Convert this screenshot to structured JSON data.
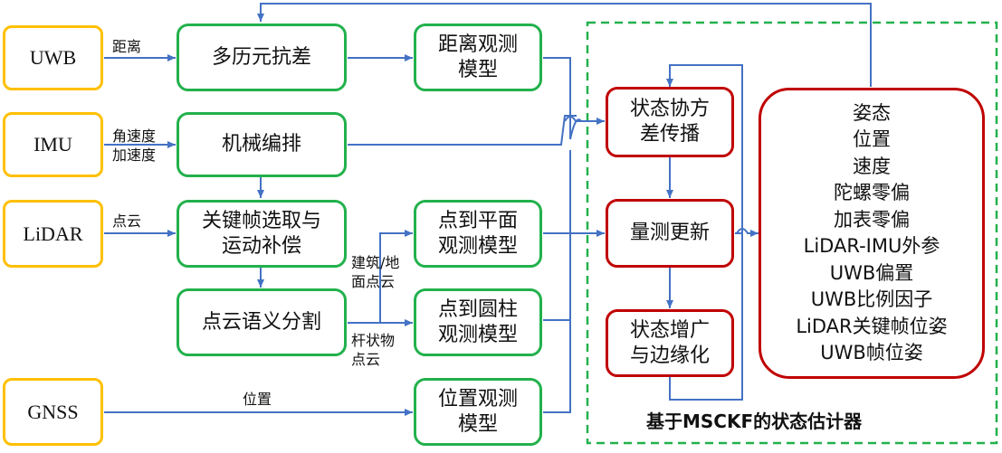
{
  "sensors": {
    "uwb": "UWB",
    "imu": "IMU",
    "lidar": "LiDAR",
    "gnss": "GNSS"
  },
  "edge_labels": {
    "distance": "距离",
    "angular_velocity": "角速度",
    "acceleration": "加速度",
    "point_cloud": "点云",
    "building_ground_1": "建筑/地",
    "building_ground_2": "面点云",
    "pole_1": "杆状物",
    "pole_2": "点云",
    "position": "位置"
  },
  "processing": {
    "multi_epoch_diff": "多历元抗差",
    "mechanization": "机械编排",
    "keyframe_1": "关键帧选取与",
    "keyframe_2": "运动补偿",
    "segmentation": "点云语义分割"
  },
  "models": {
    "range_1": "距离观测",
    "range_2": "模型",
    "plane_1": "点到平面",
    "plane_2": "观测模型",
    "cylinder_1": "点到圆柱",
    "cylinder_2": "观测模型",
    "position_1": "位置观测",
    "position_2": "模型"
  },
  "estimator": {
    "title": "基于MSCKF的状态估计器",
    "propagation_1": "状态协方",
    "propagation_2": "差传播",
    "update": "量测更新",
    "augmentation_1": "状态增广",
    "augmentation_2": "与边缘化"
  },
  "state_vector": [
    "姿态",
    "位置",
    "速度",
    "陀螺零偏",
    "加表零偏",
    "LiDAR-IMU外参",
    "UWB偏置",
    "UWB比例因子",
    "LiDAR关键帧位姿",
    "UWB帧位姿"
  ],
  "colors": {
    "sensor_border": "#FFC000",
    "processing_border": "#22B14C",
    "estimator_border": "#C00000",
    "arrow": "#4472C4",
    "dashed_frame": "#22B14C"
  }
}
